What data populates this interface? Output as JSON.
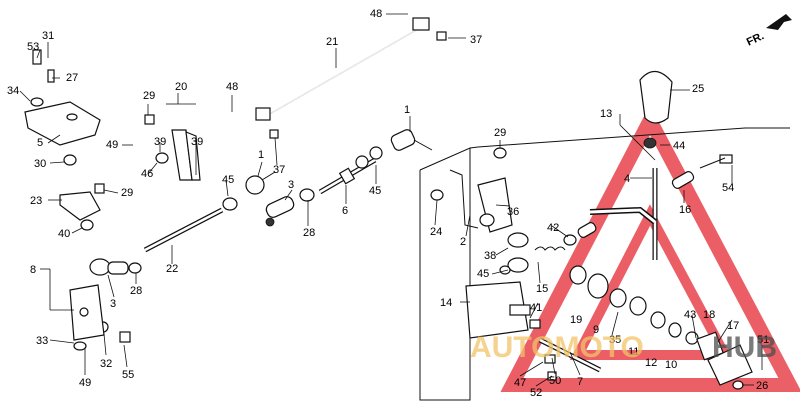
{
  "direction_label": "FR.",
  "labels": [
    "1",
    "1",
    "2",
    "3",
    "3",
    "4",
    "5",
    "6",
    "7",
    "8",
    "9",
    "10",
    "11",
    "12",
    "13",
    "14",
    "15",
    "16",
    "17",
    "18",
    "19",
    "20",
    "21",
    "22",
    "23",
    "24",
    "25",
    "26",
    "27",
    "28",
    "28",
    "29",
    "29",
    "29",
    "30",
    "31",
    "32",
    "33",
    "34",
    "35",
    "36",
    "37",
    "37",
    "38",
    "39",
    "39",
    "40",
    "41",
    "42",
    "43",
    "44",
    "45",
    "45",
    "45",
    "46",
    "47",
    "48",
    "48",
    "49",
    "49",
    "50",
    "51",
    "52",
    "53",
    "54",
    "55"
  ],
  "watermark": {
    "left": "AUTOMOTO",
    "right": "HUB",
    "colors": {
      "triangle": "#e8434b",
      "text_left": "#f2c46a",
      "text_right": "#4d4d4d"
    }
  }
}
